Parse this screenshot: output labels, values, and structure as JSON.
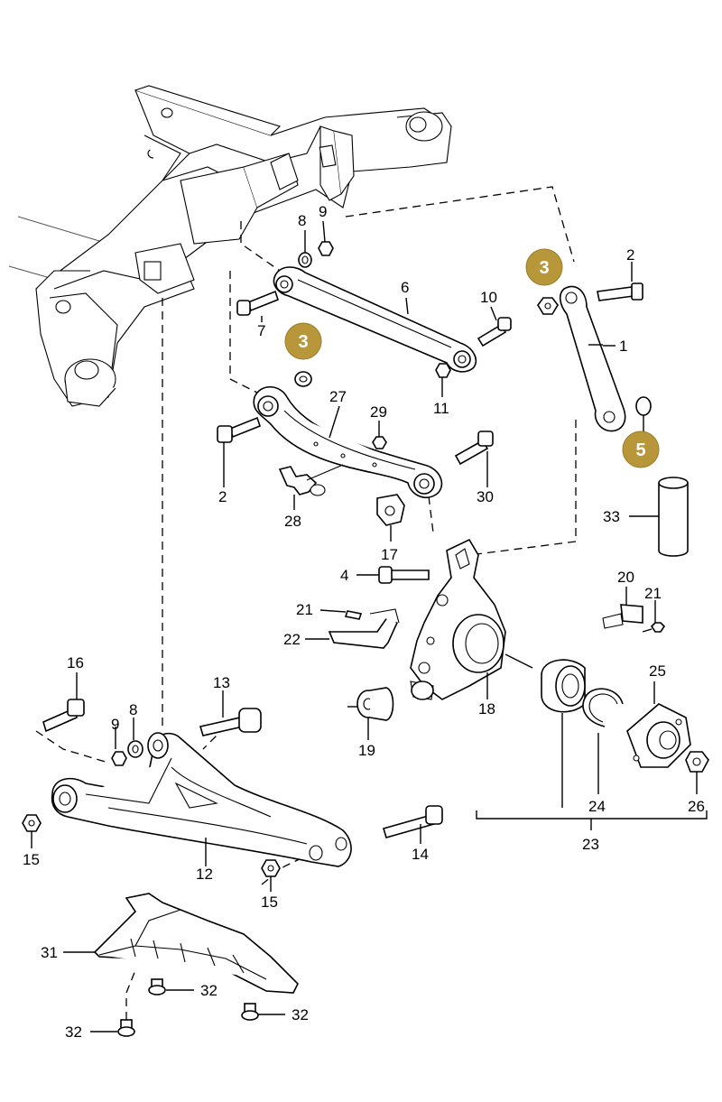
{
  "callouts": [
    {
      "id": "c1",
      "text": "1"
    },
    {
      "id": "c2a",
      "text": "2"
    },
    {
      "id": "c2b",
      "text": "2"
    },
    {
      "id": "c4",
      "text": "4"
    },
    {
      "id": "c6",
      "text": "6"
    },
    {
      "id": "c7",
      "text": "7"
    },
    {
      "id": "c8a",
      "text": "8"
    },
    {
      "id": "c8b",
      "text": "8"
    },
    {
      "id": "c9a",
      "text": "9"
    },
    {
      "id": "c9b",
      "text": "9"
    },
    {
      "id": "c10",
      "text": "10"
    },
    {
      "id": "c11",
      "text": "11"
    },
    {
      "id": "c12",
      "text": "12"
    },
    {
      "id": "c13",
      "text": "13"
    },
    {
      "id": "c14",
      "text": "14"
    },
    {
      "id": "c15a",
      "text": "15"
    },
    {
      "id": "c15b",
      "text": "15"
    },
    {
      "id": "c16",
      "text": "16"
    },
    {
      "id": "c17",
      "text": "17"
    },
    {
      "id": "c18",
      "text": "18"
    },
    {
      "id": "c19",
      "text": "19"
    },
    {
      "id": "c20",
      "text": "20"
    },
    {
      "id": "c21a",
      "text": "21"
    },
    {
      "id": "c21b",
      "text": "21"
    },
    {
      "id": "c22",
      "text": "22"
    },
    {
      "id": "c23",
      "text": "23"
    },
    {
      "id": "c24",
      "text": "24"
    },
    {
      "id": "c25",
      "text": "25"
    },
    {
      "id": "c26",
      "text": "26"
    },
    {
      "id": "c27",
      "text": "27"
    },
    {
      "id": "c28",
      "text": "28"
    },
    {
      "id": "c29",
      "text": "29"
    },
    {
      "id": "c30",
      "text": "30"
    },
    {
      "id": "c31",
      "text": "31"
    },
    {
      "id": "c32a",
      "text": "32"
    },
    {
      "id": "c32b",
      "text": "32"
    },
    {
      "id": "c32c",
      "text": "32"
    },
    {
      "id": "c33",
      "text": "33"
    }
  ],
  "badges": [
    {
      "id": "b3a",
      "text": "3"
    },
    {
      "id": "b3b",
      "text": "3"
    },
    {
      "id": "b5",
      "text": "5"
    }
  ],
  "colors": {
    "badge": "#b8973a",
    "line": "#000000"
  }
}
